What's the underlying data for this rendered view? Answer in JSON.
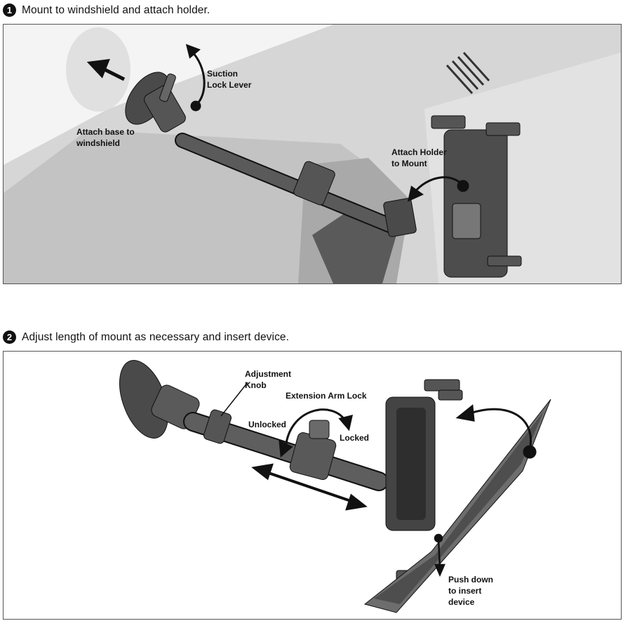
{
  "steps": [
    {
      "number": "1",
      "title": "Mount to windshield and attach holder.",
      "callouts": {
        "suction_lock": [
          "Suction",
          "Lock Lever"
        ],
        "attach_base": [
          "Attach base to",
          "windshield"
        ],
        "attach_holder": [
          "Attach Holder",
          "to Mount"
        ]
      }
    },
    {
      "number": "2",
      "title": "Adjust length of mount as necessary and insert device.",
      "callouts": {
        "adjustment_knob": [
          "Adjustment",
          "Knob"
        ],
        "extension_arm_lock": "Extension Arm Lock",
        "unlocked": "Unlocked",
        "locked": "Locked",
        "push_down": [
          "Push down",
          "to insert",
          "device"
        ]
      }
    }
  ],
  "colors": {
    "line": "#111111",
    "dark": "#3c3c3c",
    "mid": "#6e6e6e",
    "light": "#bfbfbf",
    "panel": "#f2f2f2"
  }
}
